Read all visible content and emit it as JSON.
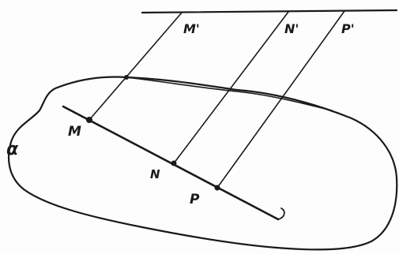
{
  "diagram": {
    "labels": {
      "plane": "α",
      "M": "M",
      "N": "N",
      "P": "P",
      "M_prime": "M'",
      "N_prime": "N'",
      "P_prime": "P'"
    },
    "colors": {
      "ink": "#1a1a1a",
      "paper": "#fdfdfd"
    }
  }
}
